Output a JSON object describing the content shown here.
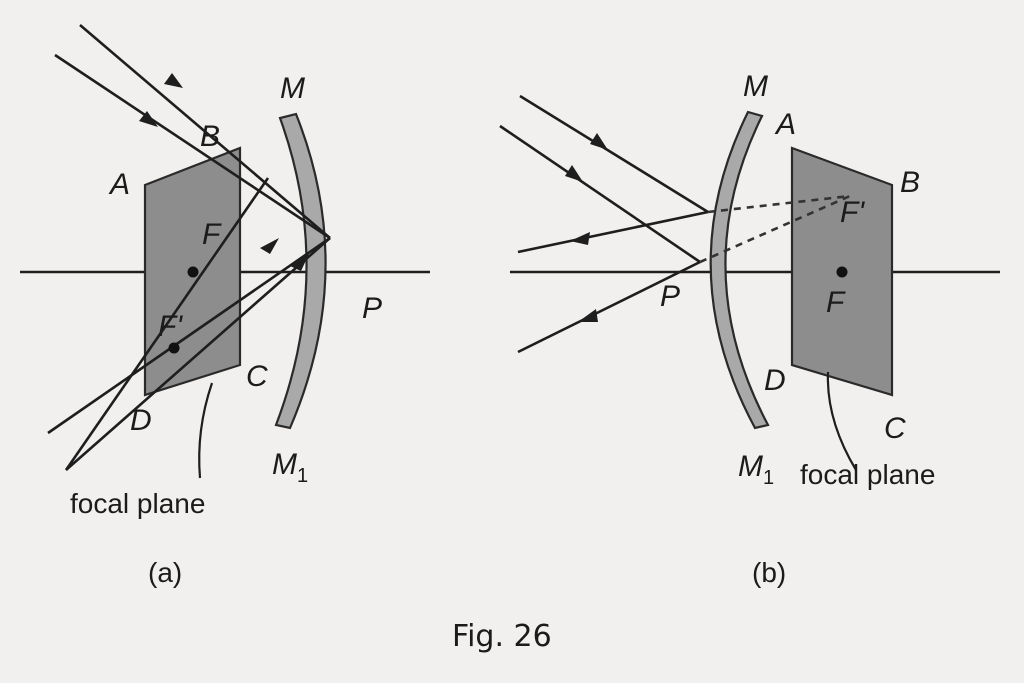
{
  "figure_caption": "Fig. 26",
  "panel_a": {
    "caption": "(a)",
    "mirror_top": "M",
    "mirror_bottom": "M",
    "mirror_bottom_sub": "1",
    "pole": "P",
    "corner_a": "A",
    "corner_b": "B",
    "corner_c": "C",
    "corner_d": "D",
    "focus": "F",
    "secondary_focus": "F'",
    "focal_plane": "focal plane"
  },
  "panel_b": {
    "caption": "(b)",
    "mirror_top": "M",
    "mirror_bottom": "M",
    "mirror_bottom_sub": "1",
    "pole": "P",
    "corner_a": "A",
    "corner_b": "B",
    "corner_c": "C",
    "corner_d": "D",
    "focus": "F",
    "secondary_focus": "F'",
    "focal_plane": "focal plane"
  }
}
